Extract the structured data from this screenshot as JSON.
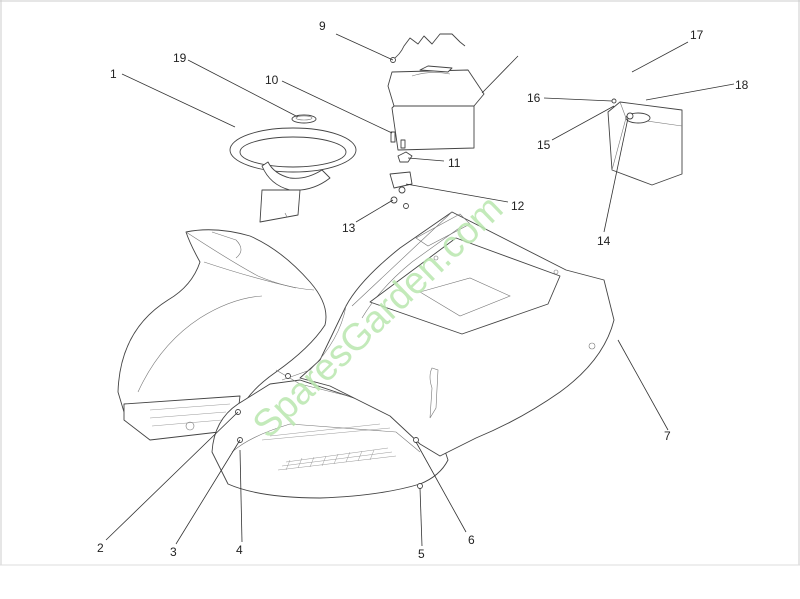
{
  "diagram": {
    "watermark": "SparesGarden.com",
    "callouts": [
      "1",
      "2",
      "3",
      "4",
      "5",
      "6",
      "7",
      "9",
      "10",
      "11",
      "12",
      "13",
      "14",
      "15",
      "16",
      "17",
      "18",
      "19"
    ]
  }
}
